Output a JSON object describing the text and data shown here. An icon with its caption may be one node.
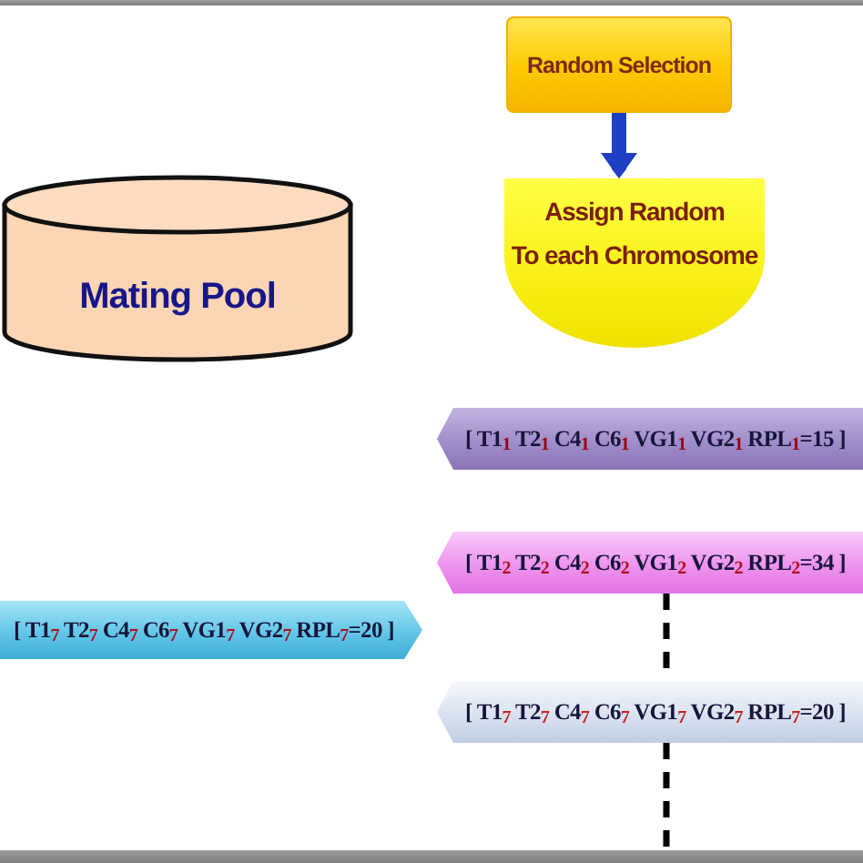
{
  "diagram": {
    "nodes": [
      {
        "text": [
          "Random Selection"
        ]
      },
      {
        "text": [
          "Mating Pool"
        ]
      },
      {
        "text": [
          "Assign Random To each Chromosome"
        ]
      },
      {
        "text": [
          "[ T1$_{1}$ T2$_{1}$ C4$_{1}$ C6$_{1}$ VG1$_{1}$ VG2$_{1}$ RPL$_{1}$=15 ]"
        ]
      },
      {
        "text": [
          "[ T1$_{2}$ T2$_{2}$ C4$_{2}$ C6$_{2}$ VG1$_{2}$ VG2$_{2}$ RPL$_{2}$=34 ]"
        ]
      },
      {
        "text": [
          "[ T1$_{7}$ T2$_{7}$ C4$_{7}$ C6$_{7}$ VG1$_{7}$ VG2$_{7}$ RPL$_{7}$=20 ]"
        ]
      },
      {
        "text": [
          "[ T1$_{7}$ T2$_{7}$ C4$_{7}$ C6$_{7}$ VG1$_{7}$ VG2$_{7}$ RPL$_{7}$=20 ]"
        ]
      }
    ],
    "edges": [
      {
        "from": 0,
        "to": 2,
        "arrow": "to",
        "style": "thick",
        "color": "#1f3fc4"
      },
      {
        "from": 4,
        "to": 6,
        "arrow": "none",
        "style": "dashed"
      },
      {
        "from": 6,
        "to": null,
        "arrow": "none",
        "style": "dashed"
      }
    ]
  }
}
